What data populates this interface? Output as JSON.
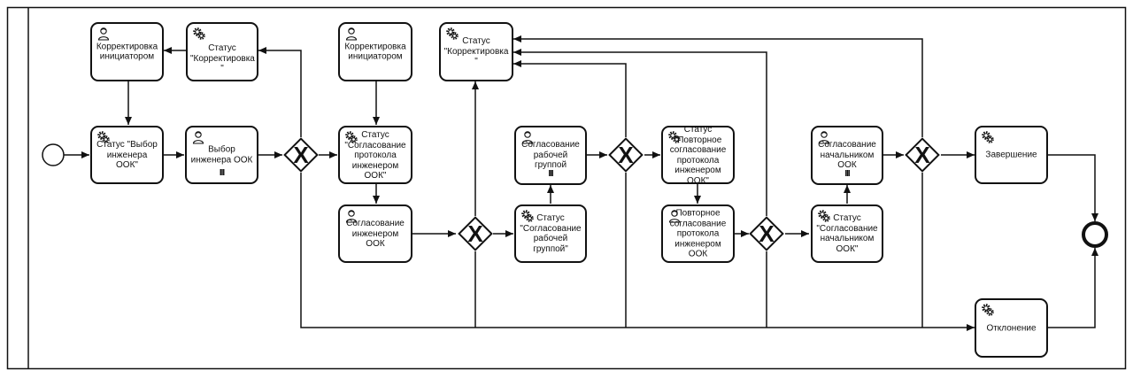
{
  "tasks": {
    "t_corr1": {
      "label": "Корректировка\nинициатором",
      "icon": "user-icon"
    },
    "t_stat_corr1": {
      "label": "Статус\n\"Корректировка\n\"",
      "icon": "gear-icon"
    },
    "t_stat_vybor": {
      "label": "Статус \"Выбор\nинженера ООК\"",
      "icon": "gear-icon"
    },
    "t_vybor": {
      "label": "Выбор\nинженера ООК",
      "icon": "user-icon",
      "marker": "III"
    },
    "t_corr2": {
      "label": "Корректировка\nинициатором",
      "icon": "user-icon"
    },
    "t_stat_corr2": {
      "label": "Статус\n\"Корректировка\n\"",
      "icon": "gear-icon"
    },
    "t_stat_sogl_prot": {
      "label": "Статус\n\"Согласование\nпротокола\nинженером\nООК\"",
      "icon": "gear-icon"
    },
    "t_sogl_ing": {
      "label": "Согласование\nинженером\nООК",
      "icon": "user-icon"
    },
    "t_sogl_rab": {
      "label": "Согласование\nрабочей\nгруппой",
      "icon": "user-icon",
      "marker": "III"
    },
    "t_stat_sogl_rab": {
      "label": "Статус\n\"Согласование\nрабочей\nгруппой\"",
      "icon": "gear-icon"
    },
    "t_stat_povt": {
      "label": "Статус\n\"Повторное\nсогласование\nпротокола\nинженером\nООК\"",
      "icon": "gear-icon"
    },
    "t_povt": {
      "label": "Повторное\nсогласование\nпротокола\nинженером\nООК",
      "icon": "user-icon"
    },
    "t_sogl_nach": {
      "label": "Согласование\nначальником\nООК",
      "icon": "user-icon",
      "marker": "III"
    },
    "t_stat_sogl_nach": {
      "label": "Статус\n\"Согласование\nначальником\nООК\"",
      "icon": "gear-icon"
    },
    "t_zavershenie": {
      "label": "Завершение",
      "icon": "gear-icon"
    },
    "t_otklonenie": {
      "label": "Отклонение",
      "icon": "gear-icon"
    }
  },
  "gateways": {
    "g1": {
      "symbol": "X"
    },
    "g2": {
      "symbol": "X"
    },
    "g3": {
      "symbol": "X"
    },
    "g4": {
      "symbol": "X"
    },
    "g5": {
      "symbol": "X"
    }
  }
}
